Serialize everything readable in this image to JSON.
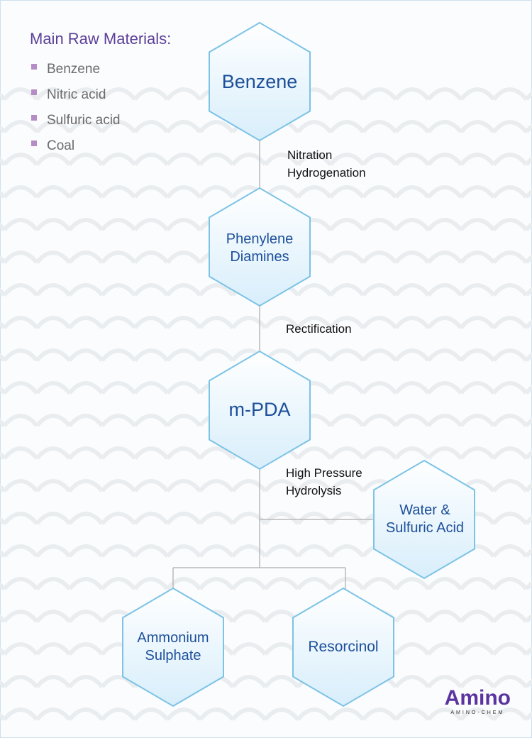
{
  "raw_materials": {
    "title": "Main Raw Materials:",
    "items": [
      "Benzene",
      "Nitric acid",
      "Sulfuric acid",
      "Coal"
    ]
  },
  "nodes": {
    "benzene": "Benzene",
    "phenylene": "Phenylene\nDiamines",
    "mpda": "m-PDA",
    "water": "Water &\nSulfuric Acid",
    "ammonium": "Ammonium\nSulphate",
    "resorcinol": "Resorcinol"
  },
  "steps": {
    "nitration": "Nitration\nHydrogenation",
    "rectification": "Rectification",
    "hydrolysis": "High Pressure\nHydrolysis"
  },
  "logo": {
    "main": "Amino",
    "sub": "AMINO-CHEM"
  },
  "colors": {
    "hex_stroke": "#7cc3e6",
    "hex_fill_top": "#ffffff",
    "hex_fill_bottom": "#d8eefb",
    "node_text": "#1d4f9a",
    "title_purple": "#5b3f98",
    "bullet_purple": "#b68cc6",
    "logo_purple": "#5a35a0"
  }
}
